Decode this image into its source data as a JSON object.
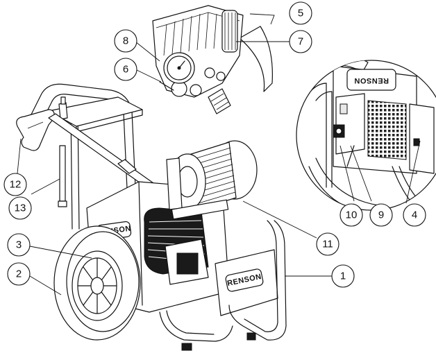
{
  "brand": {
    "logo_text": "RENSON"
  },
  "callouts": [
    {
      "number": "1"
    },
    {
      "number": "2"
    },
    {
      "number": "3"
    },
    {
      "number": "4"
    },
    {
      "number": "5"
    },
    {
      "number": "6"
    },
    {
      "number": "7"
    },
    {
      "number": "8"
    },
    {
      "number": "9"
    },
    {
      "number": "10"
    },
    {
      "number": "11"
    },
    {
      "number": "12"
    },
    {
      "number": "13"
    }
  ]
}
